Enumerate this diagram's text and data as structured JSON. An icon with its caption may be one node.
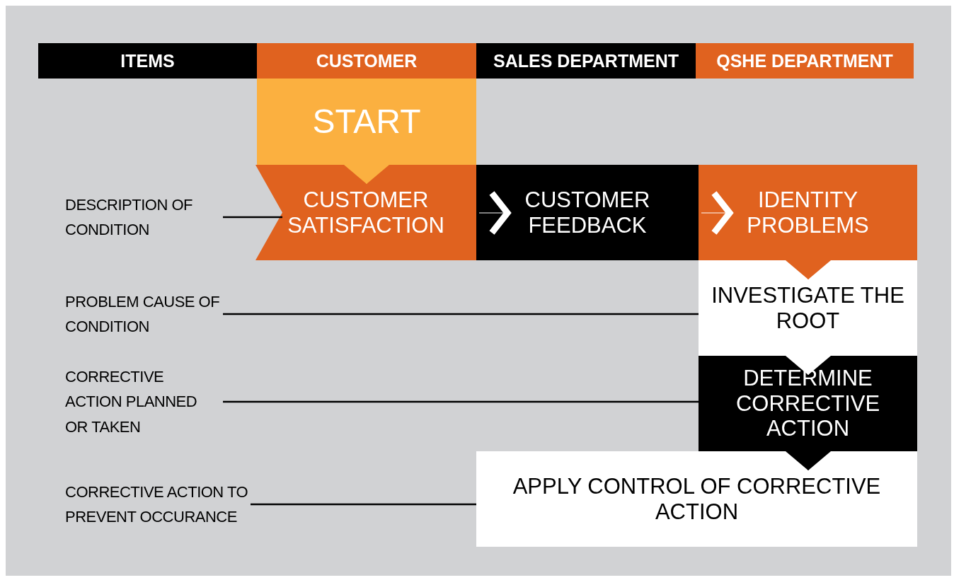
{
  "diagram": {
    "nodes": [
      {
        "text": [
          "ITEMS"
        ]
      },
      {
        "text": [
          "CUSTOMER"
        ]
      },
      {
        "text": [
          "SALES DEPARTMENT"
        ]
      },
      {
        "text": [
          "QSHE DEPARTMENT"
        ]
      },
      {
        "text": [
          "START"
        ]
      },
      {
        "text": [
          "DESCRIPTION OF CONDITION"
        ]
      },
      {
        "text": [
          "CUSTOMER SATISFACTION"
        ]
      },
      {
        "text": [
          "CUSTOMER FEEDBACK"
        ]
      },
      {
        "text": [
          "IDENTITY PROBLEMS"
        ]
      },
      {
        "text": [
          "PROBLEM CAUSE OF CONDITION"
        ]
      },
      {
        "text": [
          "INVESTIGATE THE ROOT"
        ]
      },
      {
        "text": [
          "CORRECTIVE ACTION PLANNED OR TAKEN"
        ]
      },
      {
        "text": [
          "DETERMINE CORRECTIVE ACTION"
        ]
      },
      {
        "text": [
          "CORRECTIVE ACTION TO PREVENT OCCURANCE"
        ]
      },
      {
        "text": [
          "APPLY CONTROL OF CORRECTIVE ACTION"
        ]
      }
    ],
    "edges": [
      {
        "from": 4,
        "to": 6,
        "arrow": "to",
        "color": "#fbb040"
      },
      {
        "from": 6,
        "to": 7,
        "arrow": "to",
        "color": "#ffffff"
      },
      {
        "from": 7,
        "to": 8,
        "arrow": "to",
        "color": "#ffffff"
      },
      {
        "from": 8,
        "to": 10,
        "arrow": "to",
        "color": "#e0621f"
      },
      {
        "from": 10,
        "to": 12,
        "arrow": "to",
        "color": "#ffffff"
      },
      {
        "from": 12,
        "to": 14,
        "arrow": "to"
      },
      {
        "from": 5,
        "to": 6,
        "arrow": "none"
      },
      {
        "from": 9,
        "to": 10,
        "arrow": "none"
      },
      {
        "from": 11,
        "to": 12,
        "arrow": "none"
      },
      {
        "from": 13,
        "to": 14,
        "arrow": "none"
      }
    ]
  }
}
